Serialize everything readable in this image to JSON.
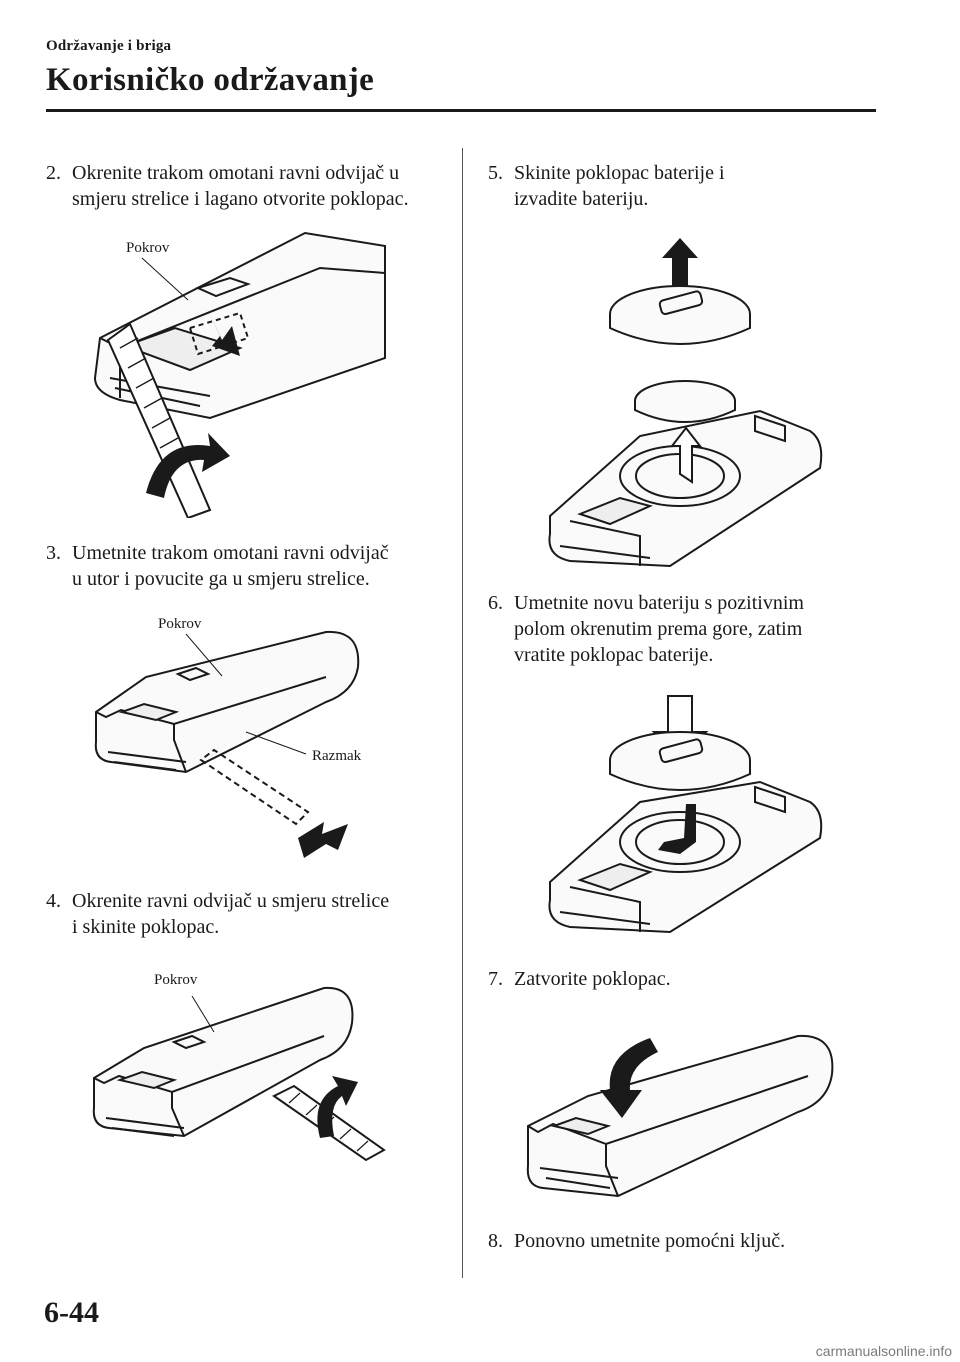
{
  "header": {
    "section": "Održavanje i briga",
    "title": "Korisničko održavanje"
  },
  "steps": [
    {
      "number": "2.",
      "lines": [
        "Okrenite trakom omotani ravni odvijač u",
        "smjeru strelice i lagano otvorite poklopac."
      ]
    },
    {
      "number": "3.",
      "lines": [
        "Umetnite trakom omotani ravni odvijač",
        "u utor i povucite ga u smjeru strelice."
      ]
    },
    {
      "number": "4.",
      "lines": [
        "Okrenite ravni odvijač u smjeru strelice",
        "i skinite poklopac."
      ]
    },
    {
      "number": "5.",
      "lines": [
        "Skinite poklopac baterije i",
        "izvadite bateriju."
      ]
    },
    {
      "number": "6.",
      "lines": [
        "Umetnite novu bateriju s pozitivnim",
        "polom okrenutim prema gore, zatim",
        "vratite poklopac baterije."
      ]
    },
    {
      "number": "7.",
      "lines": [
        "Zatvorite poklopac."
      ]
    },
    {
      "number": "8.",
      "lines": [
        "Ponovno umetnite pomoćni ključ."
      ]
    }
  ],
  "callouts": {
    "fig2_cover": "Pokrov",
    "fig3_cover": "Pokrov",
    "fig3_gap": "Razmak",
    "fig4_cover": "Pokrov"
  },
  "footer": {
    "page_number": "6-44",
    "watermark": "carmanualsonline.info"
  }
}
